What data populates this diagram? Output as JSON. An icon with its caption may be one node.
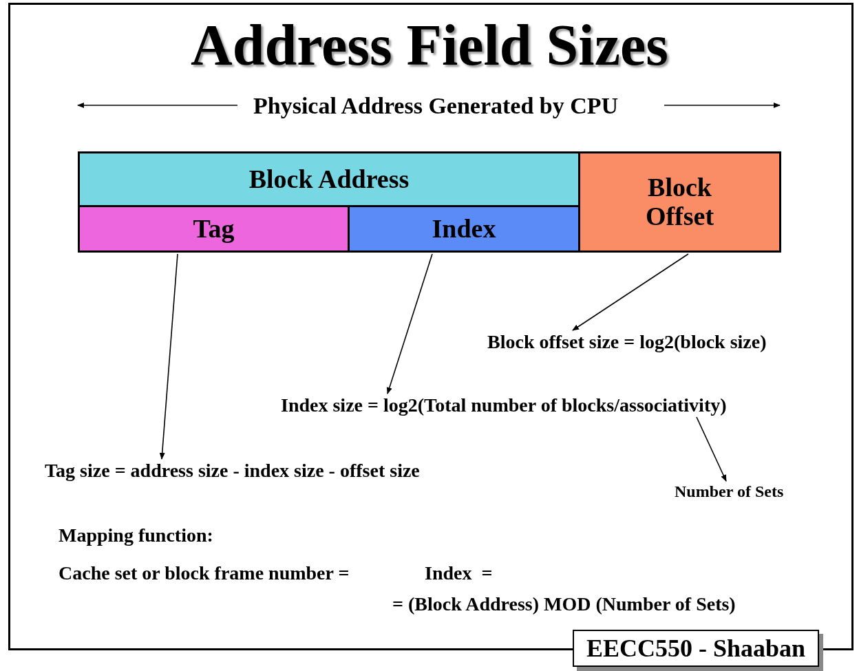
{
  "diagram": {
    "title": "Address Field Sizes",
    "nodes": [
      {
        "text": [
          "Block Address"
        ]
      },
      {
        "text": [
          "Tag"
        ]
      },
      {
        "text": [
          "Index"
        ]
      },
      {
        "text": [
          "Block Offset"
        ]
      },
      {
        "text": [
          "Block offset size = log2(block size)"
        ]
      },
      {
        "text": [
          "Index size = log2(Total number of blocks/associativity)"
        ]
      },
      {
        "text": [
          "Tag size = address size - index size - offset size"
        ]
      },
      {
        "text": [
          "Number of Sets"
        ]
      }
    ],
    "edges": [
      {
        "from": 1,
        "to": 6,
        "arrow": "to"
      },
      {
        "from": 2,
        "to": 5,
        "arrow": "to"
      },
      {
        "from": 3,
        "to": 4,
        "arrow": "to"
      },
      {
        "from": 5,
        "to": 7,
        "arrow": "to"
      }
    ],
    "labels": [
      "Physical Address Generated by CPU",
      "Mapping function:",
      "Cache set or block frame number =",
      "Index  =",
      "= (Block Address) MOD (Number of Sets)",
      "EECC550 - Shaaban"
    ]
  }
}
